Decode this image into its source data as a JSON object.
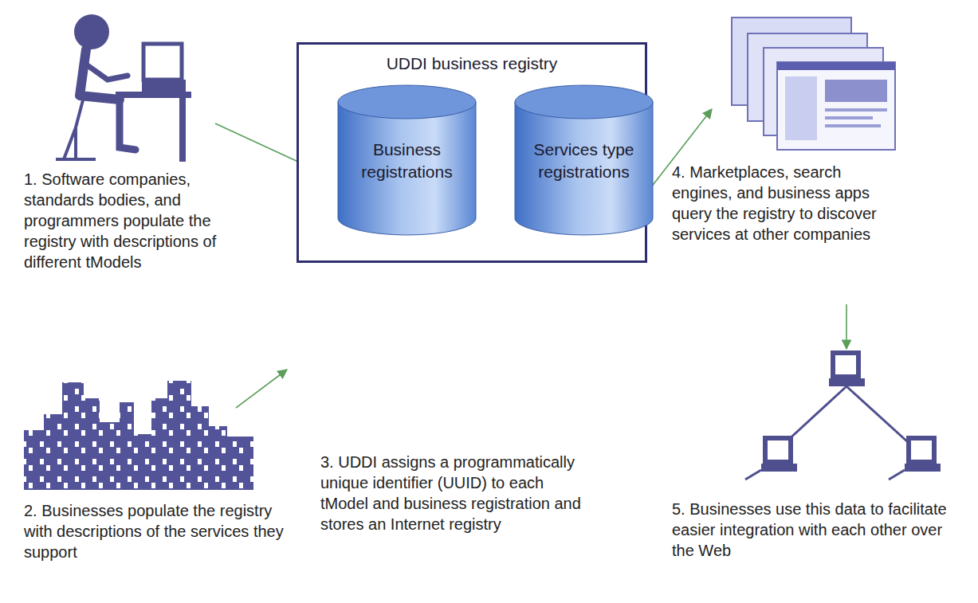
{
  "diagram": {
    "nodes": [
      {
        "text": [
          "UDDI business registry"
        ]
      },
      {
        "text": [
          "Business registrations"
        ],
        "in": 0
      },
      {
        "text": [
          "Services type registrations"
        ],
        "in": 0
      }
    ],
    "labels": [
      "1. Software companies, standards bodies, and programmers populate the registry with descriptions of different tModels",
      "2. Businesses populate the registry with descriptions of the services they support",
      "3. UDDI assigns a programmatically unique identifier (UUID) to each tModel and business registration and stores an Internet registry",
      "4. Marketplaces, search engines, and business apps query the registry to discover services at other companies",
      "5. Businesses use this data to facilitate easier integration with each other over the Web"
    ]
  }
}
